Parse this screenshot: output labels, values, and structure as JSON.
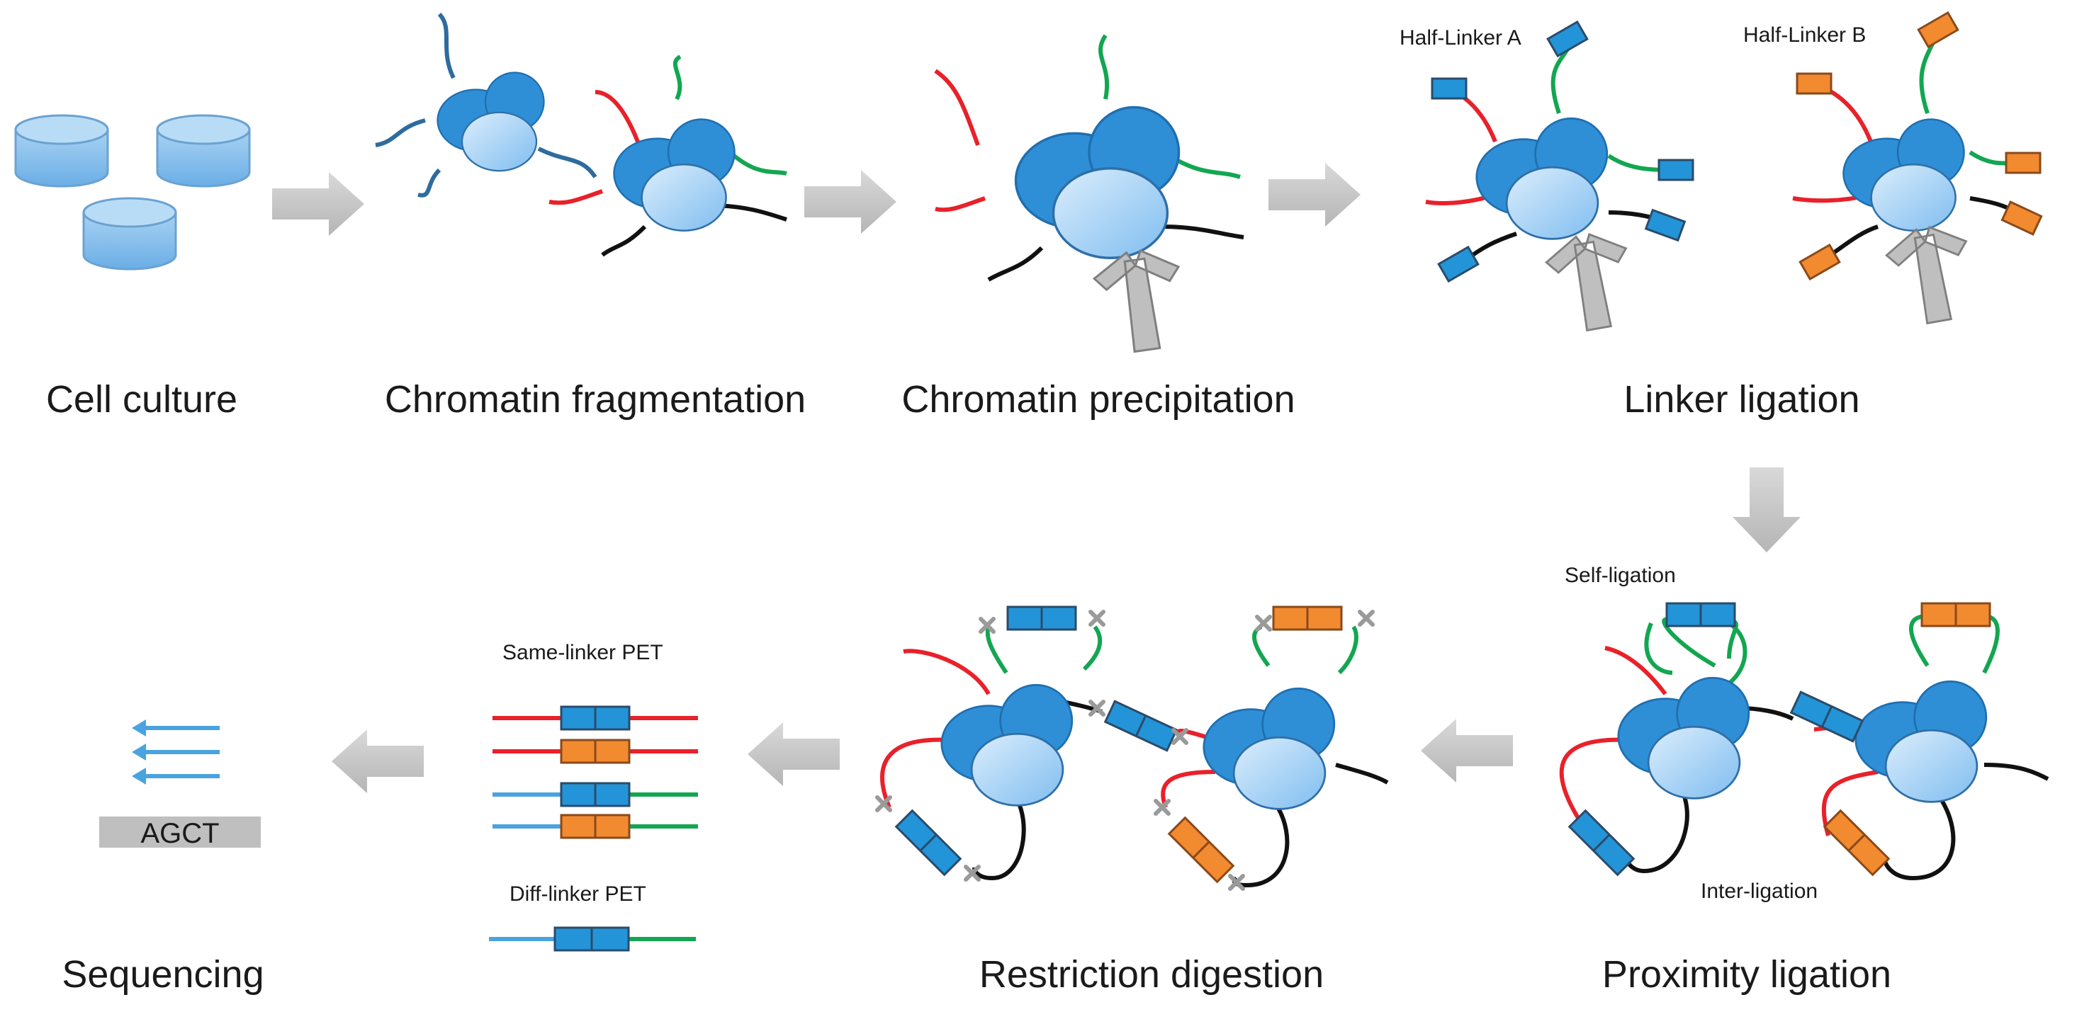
{
  "stages": {
    "cell_culture": "Cell culture",
    "chromatin_fragmentation": "Chromatin fragmentation",
    "chromatin_precipitation": "Chromatin precipitation",
    "linker_ligation": "Linker ligation",
    "proximity_ligation": "Proximity ligation",
    "restriction_digestion": "Restriction digestion",
    "sequencing": "Sequencing"
  },
  "annotations": {
    "half_linker_a": "Half-Linker A",
    "half_linker_b": "Half-Linker B",
    "self_ligation": "Self-ligation",
    "inter_ligation": "Inter-ligation",
    "same_linker_pet": "Same-linker PET",
    "diff_linker_pet": "Diff-linker PET",
    "sequence": "AGCT"
  },
  "colors": {
    "protein_blue": "#2f8fd6",
    "nucleosome": "#b8dbf5",
    "dna_red": "#e8212a",
    "dna_green": "#13a651",
    "dna_black": "#111111",
    "dna_dark_blue": "#2e6c9e",
    "linker_a": "#2394d8",
    "linker_b": "#f28a30",
    "antibody_gray": "#bfbfbf",
    "arrow_gray": "#c8c8c8",
    "cut_mark_gray": "#9a9a9a",
    "read_arrow": "#4aa3e0"
  },
  "icons": [
    "cell-culture-dish-icon",
    "process-arrow-icon",
    "cut-site-x-icon",
    "antibody-icon",
    "sequencing-read-icon"
  ]
}
